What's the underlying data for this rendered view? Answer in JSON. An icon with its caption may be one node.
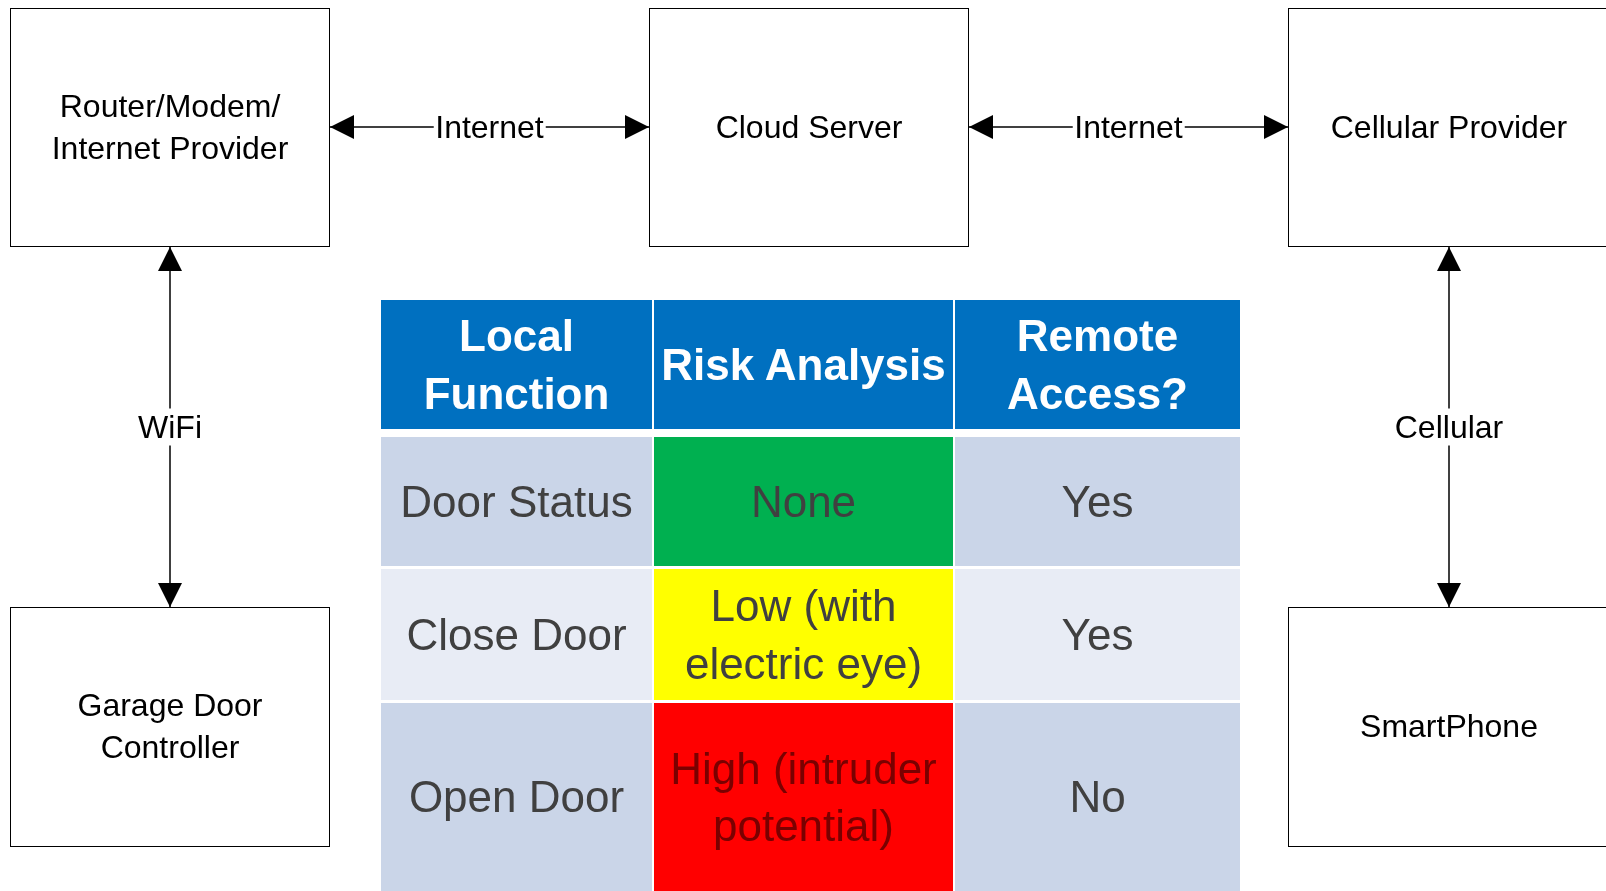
{
  "diagram": {
    "nodes": [
      {
        "text": [
          "Router/Modem/ Internet Provider"
        ]
      },
      {
        "text": [
          "Cloud Server"
        ]
      },
      {
        "text": [
          "Cellular Provider"
        ]
      },
      {
        "text": [
          "Garage Door Controller"
        ]
      },
      {
        "text": [
          "SmartPhone"
        ]
      }
    ],
    "edges": [
      {
        "from": 0,
        "to": 1,
        "arrow": "both",
        "label": "Internet"
      },
      {
        "from": 1,
        "to": 2,
        "arrow": "both",
        "label": "Internet"
      },
      {
        "from": 0,
        "to": 3,
        "arrow": "both",
        "label": "WiFi"
      },
      {
        "from": 2,
        "to": 4,
        "arrow": "both",
        "label": "Cellular"
      }
    ],
    "labels": [
      "Local Function",
      "Risk Analysis",
      "Remote Access?",
      "Door Status",
      "None",
      "Yes",
      "Close Door",
      "Low (with electric eye)",
      "Yes",
      "Open Door",
      "High (intruder potential)",
      "No"
    ]
  }
}
